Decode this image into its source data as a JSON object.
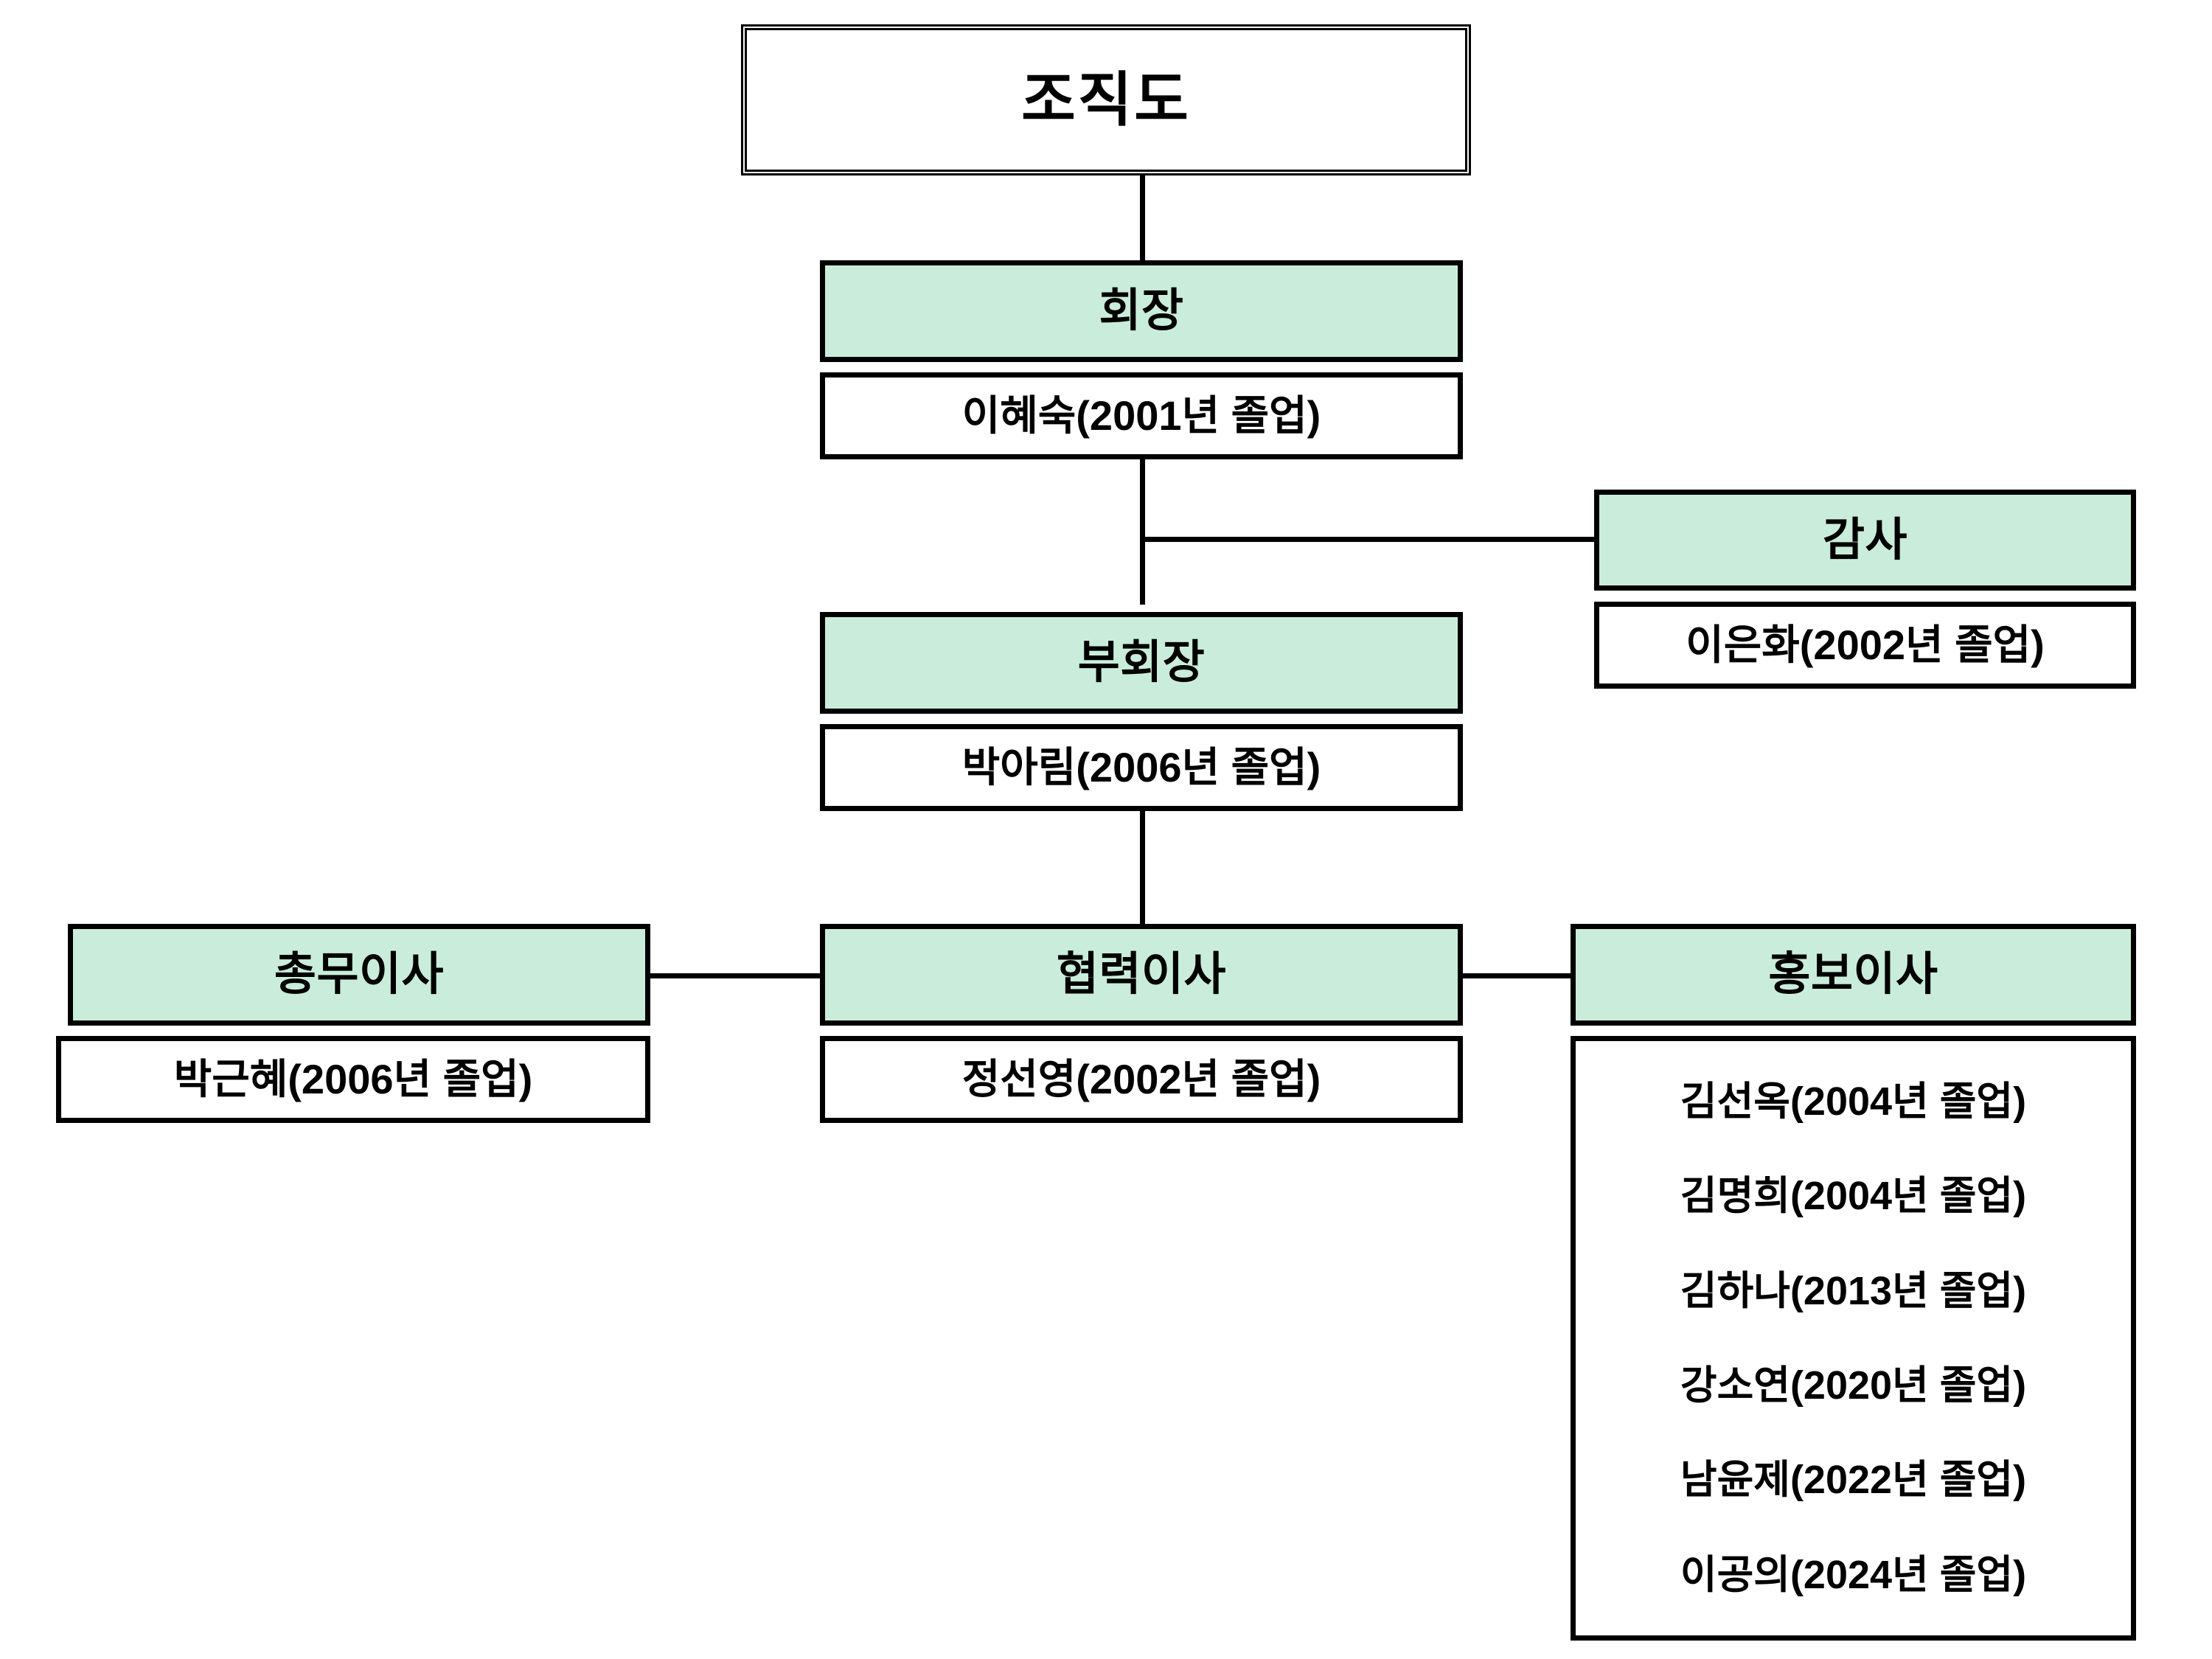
{
  "document": {
    "title": "조직도"
  },
  "colors": {
    "header_fill": "#c9edda",
    "border": "#000000",
    "background": "#ffffff",
    "text": "#000000"
  },
  "org_chart": {
    "type": "organization-chart",
    "root_label": "조직도",
    "nodes": [
      {
        "id": "president",
        "title": "회장",
        "members": [
          "이혜숙(2001년 졸업)"
        ],
        "level": 1
      },
      {
        "id": "auditor",
        "title": "감사",
        "members": [
          "이은화(2002년 졸업)"
        ],
        "level": 2
      },
      {
        "id": "vice-president",
        "title": "부회장",
        "members": [
          "박아림(2006년 졸업)"
        ],
        "level": 2
      },
      {
        "id": "general-affairs-director",
        "title": "총무이사",
        "members": [
          "박근혜(2006년 졸업)"
        ],
        "level": 3
      },
      {
        "id": "cooperation-director",
        "title": "협력이사",
        "members": [
          "정선영(2002년 졸업)"
        ],
        "level": 3
      },
      {
        "id": "pr-director",
        "title": "홍보이사",
        "members": [
          "김선옥(2004년 졸업)",
          "김명희(2004년 졸업)",
          "김하나(2013년 졸업)",
          "강소연(2020년 졸업)",
          "남윤제(2022년 졸업)",
          "이공의(2024년 졸업)"
        ],
        "level": 3
      }
    ],
    "edges": [
      {
        "from": "root-title",
        "to": "president"
      },
      {
        "from": "president",
        "to": "vice-president"
      },
      {
        "from": "president",
        "to": "auditor"
      },
      {
        "from": "vice-president",
        "to": "cooperation-director"
      },
      {
        "from": "cooperation-director",
        "to": "general-affairs-director"
      },
      {
        "from": "cooperation-director",
        "to": "pr-director"
      }
    ]
  }
}
